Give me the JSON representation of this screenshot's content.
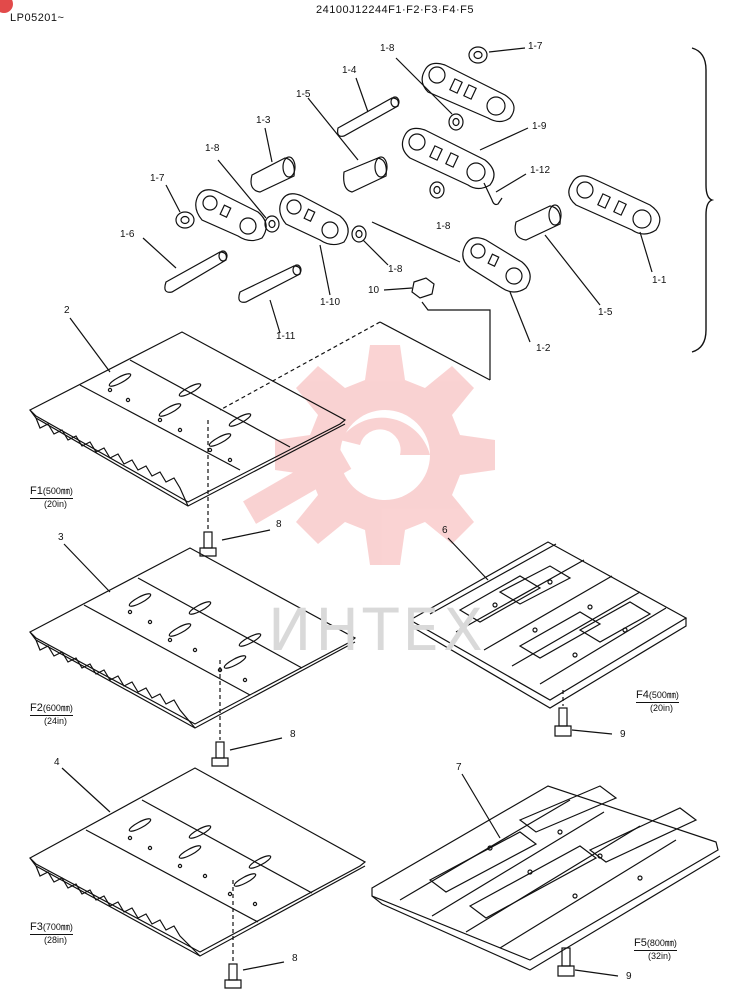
{
  "header": {
    "code": "LP05201~",
    "title": "24100J12244F1·F2·F3·F4·F5"
  },
  "watermark": {
    "text": "ИНТЕХ",
    "color": "#f08080"
  },
  "callouts": {
    "c1_7a": "1-7",
    "c1_8a": "1-8",
    "c1_4": "1-4",
    "c1_5a": "1-5",
    "c1_9": "1-9",
    "c1_3": "1-3",
    "c1_8b": "1-8",
    "c1_12": "1-12",
    "c1_7b": "1-7",
    "c1_8c": "1-8",
    "c1_6": "1-6",
    "c1_1": "1-1",
    "c1_8d": "1-8",
    "c10": "10",
    "c1_10": "1-10",
    "c1_5b": "1-5",
    "c1_11": "1-11",
    "c1_2": "1-2",
    "c2": "2",
    "c8a": "8",
    "c3": "3",
    "c6": "6",
    "c8b": "8",
    "c9a": "9",
    "c4": "4",
    "c7": "7",
    "c8c": "8",
    "c9b": "9"
  },
  "captions": {
    "f1": {
      "name": "F1",
      "metric": "(500㎜)",
      "imperial": "(20in)"
    },
    "f2": {
      "name": "F2",
      "metric": "(600㎜)",
      "imperial": "(24in)"
    },
    "f3": {
      "name": "F3",
      "metric": "(700㎜)",
      "imperial": "(28in)"
    },
    "f4": {
      "name": "F4",
      "metric": "(500㎜)",
      "imperial": "(20in)"
    },
    "f5": {
      "name": "F5",
      "metric": "(800㎜)",
      "imperial": "(32in)"
    }
  }
}
